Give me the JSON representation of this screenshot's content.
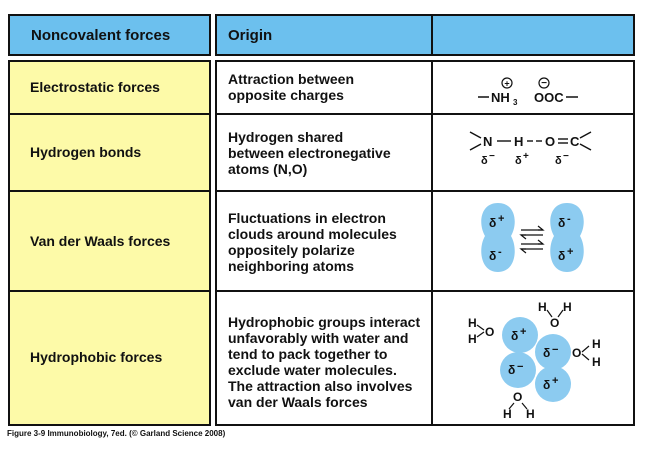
{
  "header": {
    "col1": "Noncovalent forces",
    "col2": "Origin"
  },
  "rows": [
    {
      "force": "Electrostatic forces",
      "origin": [
        "Attraction between",
        "opposite charges"
      ]
    },
    {
      "force": "Hydrogen bonds",
      "origin": [
        "Hydrogen shared",
        "between electronegative",
        "atoms (N,O)"
      ]
    },
    {
      "force": "Van der Waals forces",
      "origin": [
        "Fluctuations in electron",
        "clouds around molecules",
        "oppositely polarize",
        "neighboring atoms"
      ]
    },
    {
      "force": "Hydrophobic forces",
      "origin": [
        "Hydrophobic groups interact",
        "unfavorably with water and",
        "tend to pack together to",
        "exclude water molecules.",
        "The attraction also involves",
        "van der Waals forces"
      ]
    }
  ],
  "caption": "Figure 3-9 Immunobiology, 7ed. (© Garland Science 2008)",
  "colors": {
    "header_blue": "#6cc0ee",
    "force_yellow": "#fdfaa8",
    "cloud_blue": "#8ccbf0"
  }
}
